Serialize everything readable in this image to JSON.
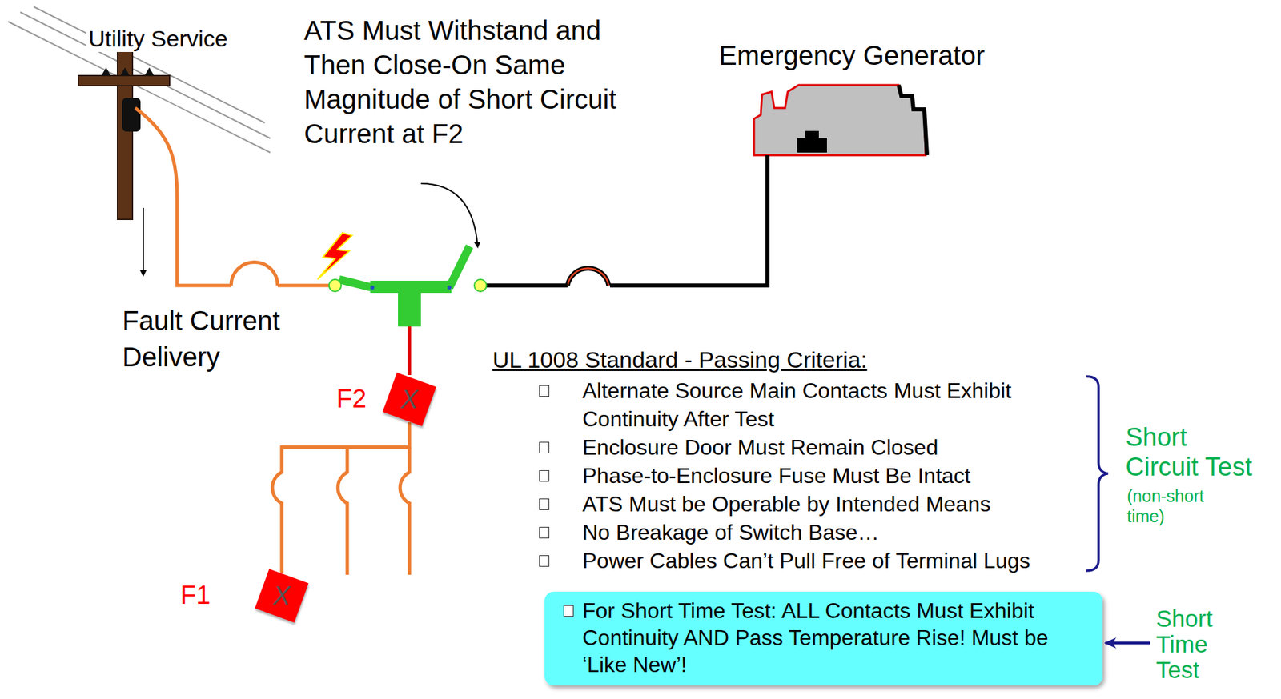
{
  "diagram": {
    "nodes": [
      {
        "text": [
          "F2",
          "X"
        ]
      },
      {
        "text": [
          "F1",
          "X"
        ]
      },
      {
        "text": [
          "For Short Time Test: ALL Contacts Must Exhibit Continuity AND Pass Temperature Rise! Must be ‘Like New’!"
        ]
      }
    ],
    "edges": [
      {
        "from": 0,
        "to": 1,
        "arrow": "none"
      }
    ],
    "labels": [
      "Utility Service",
      "ATS Must Withstand and Then Close-On Same Magnitude of Short Circuit Current at F2",
      "Emergency Generator",
      "Fault Current Delivery",
      "UL 1008 Standard - Passing Criteria:",
      "Alternate Source Main Contacts Must Exhibit Continuity After Test",
      "Enclosure Door Must Remain Closed",
      "Phase-to-Enclosure Fuse Must Be Intact",
      "ATS Must be Operable by Intended Means",
      "No Breakage of Switch Base…",
      "Power Cables Can’t Pull Free of Terminal Lugs",
      "Short Circuit Test",
      "(non-short time)",
      "Short Time Test"
    ]
  }
}
